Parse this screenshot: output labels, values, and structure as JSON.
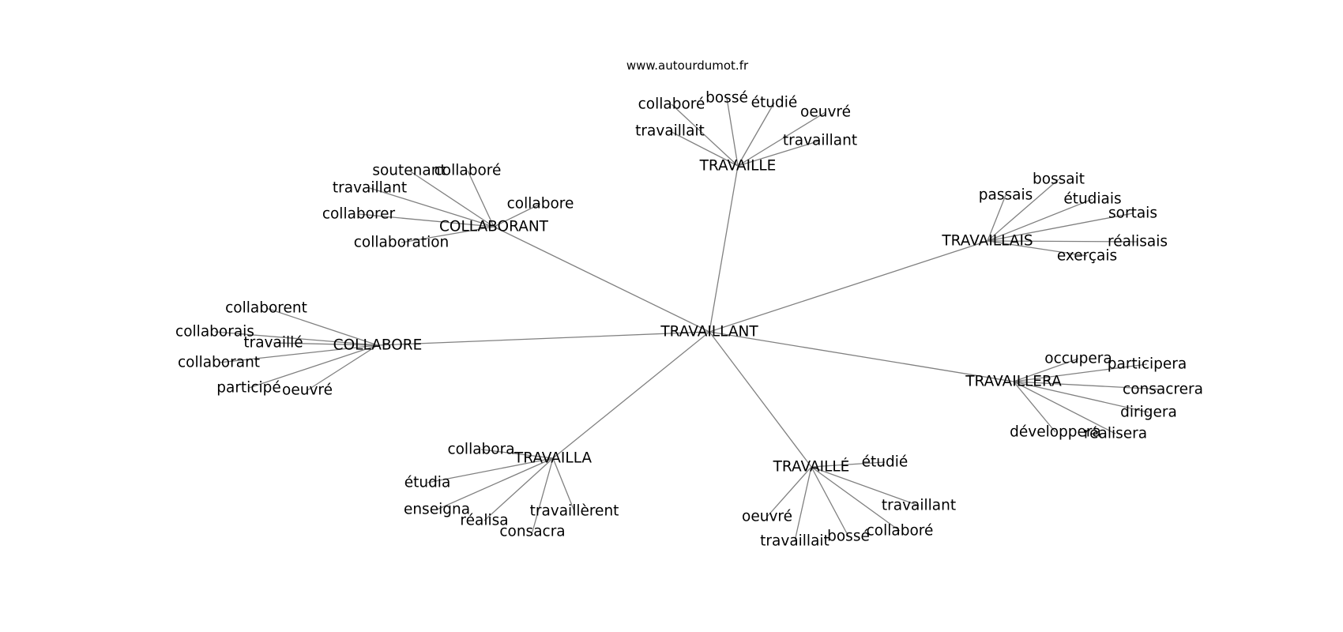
{
  "watermark": "www.autourdumot.fr",
  "colors": {
    "edge": "#808080",
    "text": "#000000",
    "background": "#ffffff"
  },
  "root": "TRAVAILLANT",
  "clusters": [
    {
      "label": "TRAVAILLE",
      "leaves": [
        "collaboré",
        "bossé",
        "étudié",
        "oeuvré",
        "travaillait",
        "travaillant"
      ]
    },
    {
      "label": "COLLABORANT",
      "leaves": [
        "soutenant",
        "collaboré",
        "travaillant",
        "collabore",
        "collaborer",
        "collaboration"
      ]
    },
    {
      "label": "TRAVAILLAIS",
      "leaves": [
        "passais",
        "bossait",
        "étudiais",
        "sortais",
        "réalisais",
        "exerçais"
      ]
    },
    {
      "label": "COLLABORE",
      "leaves": [
        "collaborent",
        "collaborais",
        "travaillé",
        "collaborant",
        "participé",
        "oeuvré"
      ]
    },
    {
      "label": "TRAVAILLERA",
      "leaves": [
        "occupera",
        "participera",
        "consacrera",
        "dirigera",
        "développera",
        "réalisera"
      ]
    },
    {
      "label": "TRAVAILLA",
      "leaves": [
        "collabora",
        "étudia",
        "enseigna",
        "réalisa",
        "consacra",
        "travaillèrent"
      ]
    },
    {
      "label": "TRAVAILLÉ",
      "leaves": [
        "étudié",
        "travaillant",
        "oeuvré",
        "travaillait",
        "bossé",
        "collaboré"
      ]
    }
  ]
}
